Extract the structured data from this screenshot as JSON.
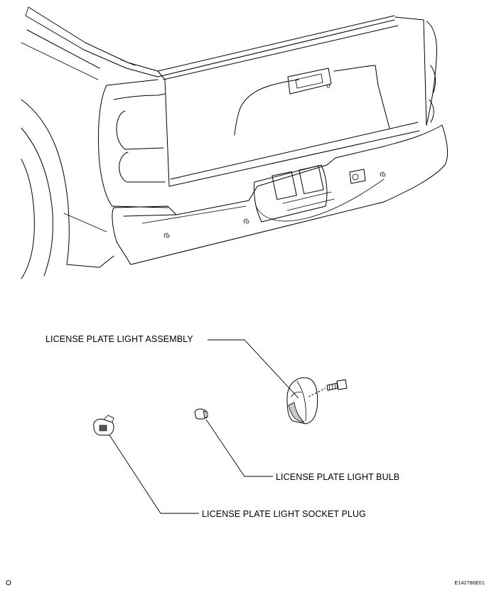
{
  "labels": {
    "assembly": "LICENSE PLATE LIGHT ASSEMBLY",
    "bulb": "LICENSE PLATE LIGHT BULB",
    "socket_plug": "LICENSE PLATE LIGHT SOCKET PLUG"
  },
  "corner_mark": "O",
  "figure_code": "E142786E01"
}
